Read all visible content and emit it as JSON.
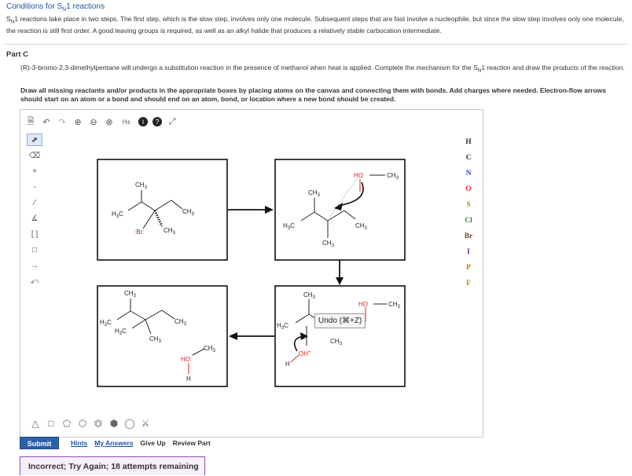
{
  "header": {
    "title_prefix": "Conditions for S",
    "title_sub": "N",
    "title_suffix": "1 reactions",
    "intro_prefix": "S",
    "intro_sub": "N",
    "intro_text": "1 reactions take place in two steps. The first step, which is the slow step, involves only one molecule. Subsequent steps that are fast involve a nucleophile, but since the slow step involves only one molecule, the reaction is still first order. A good leaving groups is required, as well as an alkyl halide that produces a relatively stable carbocation intermediate."
  },
  "part": {
    "label": "Part C",
    "question_a": "(R)-3-bromo-2,3-dimethylpentane will undergo a substitution reaction in the presence of methanol when heat is applied. Complete the mechanism for the S",
    "question_sub": "N",
    "question_b": "1 reaction and draw the products of the reaction.",
    "instruction": "Draw all missing reactants and/or products in the appropriate boxes by placing atoms on the canvas and connecting them with bonds. Add charges where needed. Electron-flow arrows should start on an atom or a bond and should end on an atom, bond, or location where a new bond should be created."
  },
  "toolbar": {
    "top": [
      "new-doc-icon",
      "undo-icon",
      "redo-icon",
      "zoom-in-icon",
      "zoom-out-icon",
      "zoom-reset-icon",
      "hydrogen-toggle",
      "info-icon",
      "help-icon",
      "expand-icon"
    ],
    "hydrogen_label": "H±",
    "help_label": "?",
    "info_label": "i"
  },
  "elements": [
    "H",
    "C",
    "N",
    "O",
    "S",
    "Cl",
    "Br",
    "I",
    "P",
    "F"
  ],
  "element_colors": {
    "H": "#333333",
    "C": "#333333",
    "N": "#2b3fc7",
    "O": "#e02020",
    "S": "#b8860b",
    "Cl": "#2a8a2a",
    "Br": "#7a3b1f",
    "I": "#6a1b9a",
    "P": "#c77800",
    "F": "#b8860b"
  },
  "labels": {
    "ch3": "CH",
    "h3c": "H",
    "three": "3",
    "br": ":Br:",
    "ho_top": "HO",
    "oh_plus": "OH",
    "plus": "+",
    "h": "H",
    "ho_bottom": "HO:"
  },
  "tooltip": "Undo (⌘+Z)",
  "footer": {
    "submit": "Submit",
    "hints": "Hints",
    "my_answers": "My Answers",
    "give_up": "Give Up",
    "review_part": "Review Part",
    "feedback": "Incorrect; Try Again; 18 attempts remaining"
  }
}
